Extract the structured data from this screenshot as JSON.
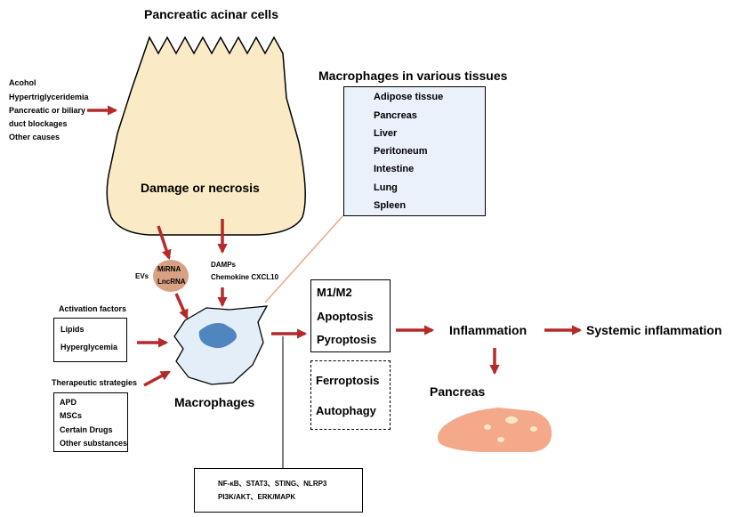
{
  "title": "Pancreatic acinar cells",
  "cell_label": "Damage or necrosis",
  "causes": [
    "Acohol",
    "Hypertriglyceridemia",
    "Pancreatic or biliary",
    "duct blockages",
    "Other causes"
  ],
  "tissues": {
    "title": "Macrophages in various tissues",
    "items": [
      "Adipose tissue",
      "Pancreas",
      "Liver",
      "Peritoneum",
      "Intestine",
      "Lung",
      "Spleen"
    ]
  },
  "evs": {
    "label": "EVs",
    "mirna": "MiRNA",
    "lncrna": "LncRNA"
  },
  "damps": {
    "line1": "DAMPs",
    "line2": "Chemokine CXCL10"
  },
  "activation": {
    "title": "Activation factors",
    "items": [
      "Lipids",
      "Hyperglycemia"
    ]
  },
  "therapeutic": {
    "title": "Therapeutic strategies",
    "items": [
      "APD",
      "MSCs",
      "Certain Drugs",
      "Other substances"
    ]
  },
  "macrophages_label": "Macrophages",
  "outcomes_solid": [
    "M1/M2",
    "Apoptosis",
    "Pyroptosis"
  ],
  "outcomes_dashed": [
    "Ferroptosis",
    "Autophagy"
  ],
  "pathways": {
    "line1": "NF-κB、STAT3、STING、NLRP3",
    "line2": "PI3K/AKT、ERK/MAPK"
  },
  "inflammation": "Inflammation",
  "systemic": "Systemic inflammation",
  "pancreas": "Pancreas",
  "colors": {
    "arrow": "#b52a2a",
    "cell_fill": "#faebc6",
    "tissue_fill": "#eaf1fb",
    "ev_fill": "#d9a184",
    "macrophage_fill": "#e4eef8",
    "nucleus_fill": "#4f86c0",
    "pancreas_fill": "#f3a98a",
    "spot_fill": "#fbe8c8"
  }
}
